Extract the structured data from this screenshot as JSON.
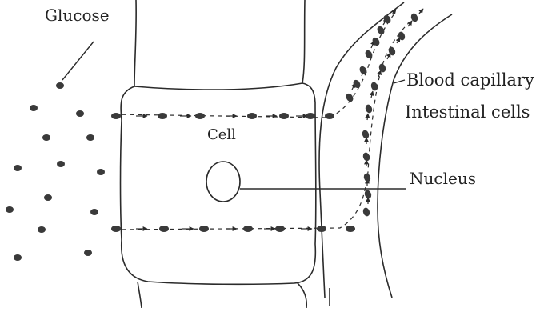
{
  "labels": {
    "glucose": "Glucose",
    "cell": "Cell",
    "blood_capillary": "Blood capillary",
    "intestinal_cells": "Intestinal cells",
    "nucleus": "Nucleus"
  },
  "colors": {
    "ink": "#2b2b2b",
    "dot": "#3a3a3a",
    "background": "#ffffff"
  }
}
